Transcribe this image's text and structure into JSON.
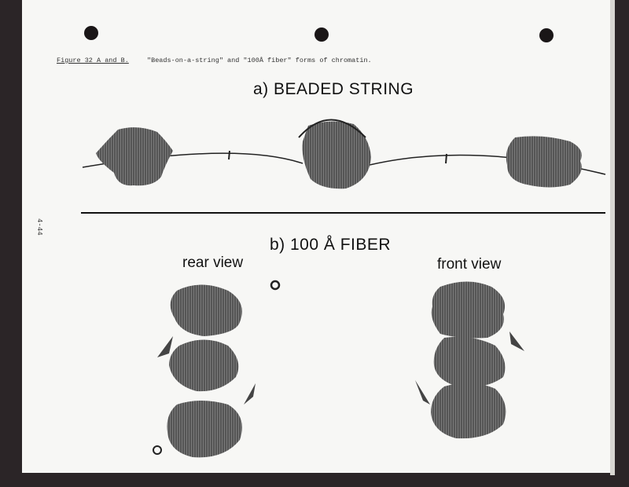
{
  "caption": {
    "figure_label": "Figure 32 A and B.",
    "text": "\"Beads-on-a-string\" and \"100Å fiber\" forms of chromatin."
  },
  "panel_a": {
    "title": "a) BEADED STRING"
  },
  "panel_b": {
    "title": "b) 100 Å FIBER",
    "rear_label": "rear view",
    "front_label": "front view"
  },
  "page_number": "4-44"
}
